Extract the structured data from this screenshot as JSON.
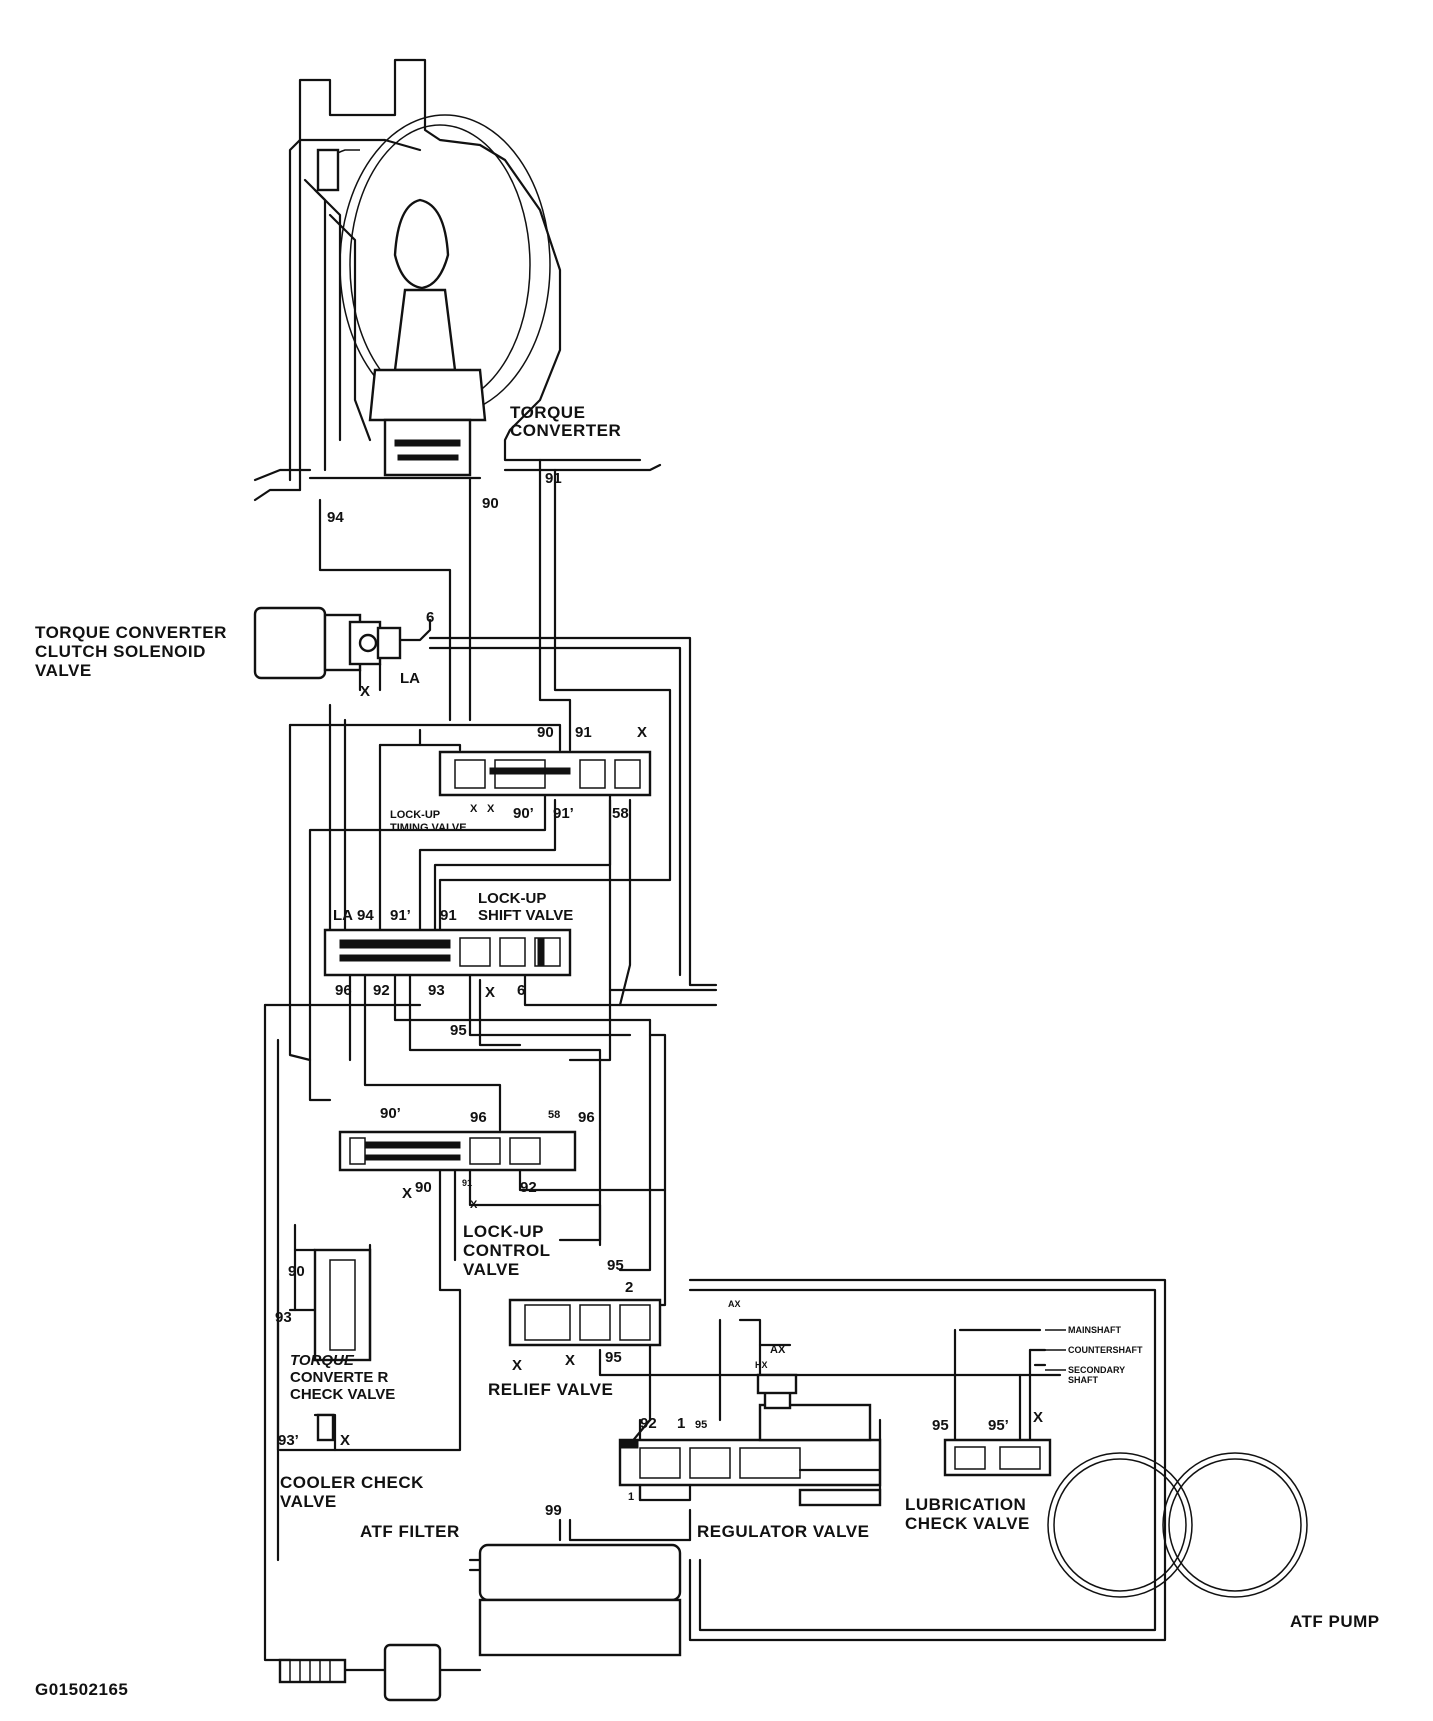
{
  "labels": {
    "torque_converter": [
      "TORQUE",
      "CONVERTER"
    ],
    "tcc_solenoid": [
      "TORQUE CONVERTER",
      "CLUTCH SOLENOID",
      "VALVE"
    ],
    "lockup_timing": [
      "LOCK-UP",
      "TIMING VALVE"
    ],
    "lockup_shift": [
      "LOCK-UP",
      "SHIFT VALVE"
    ],
    "lockup_control": [
      "LOCK-UP",
      "CONTROL",
      "VALVE"
    ],
    "tc_check": [
      "TORQUE",
      "CONVERTE R",
      "CHECK  VALVE"
    ],
    "cooler_check": [
      "COOLER CHECK",
      "VALVE"
    ],
    "atf_filter": "ATF FILTER",
    "relief_valve": "RELIEF VALVE",
    "regulator_valve": "REGULATOR VALVE",
    "lubrication_check": [
      "LUBRICATION",
      "CHECK VALVE"
    ],
    "atf_pump": "ATF PUMP",
    "mainshaft": "MAINSHAFT",
    "countershaft": "COUNTERSHAFT",
    "secondary_shaft": [
      "SECONDARY",
      "SHAFT"
    ],
    "figure_id": "G01502165"
  },
  "ports": {
    "p94": "94",
    "p90": "90",
    "p91": "91",
    "p6": "6",
    "pLA": "LA",
    "pX": "X",
    "p90b": "90",
    "p91b": "91",
    "pXb": "X",
    "pX1": "X",
    "pX2": "X",
    "p90p": "90’",
    "p91p": "91’",
    "p58": "58",
    "sLA": "LA",
    "s94": "94",
    "s91p": "91’",
    "s91": "91",
    "s96": "96",
    "s92": "92",
    "s93": "93",
    "sX": "X",
    "s6": "6",
    "s95": "95",
    "c90p": "90’",
    "c96": "96",
    "c58": "58",
    "c96b": "96",
    "cX": "X",
    "c90": "90",
    "c91": "91",
    "cX2": "X",
    "c92": "92",
    "k90": "90",
    "k93": "93",
    "k93p": "93’",
    "kX": "X",
    "r95": "95",
    "r2": "2",
    "r95b": "95",
    "rX1": "X",
    "rX2": "X",
    "g92": "92",
    "g1": "1",
    "g95": "95",
    "g1b": "1",
    "g99": "99",
    "gAX": "AX",
    "gAX2": "AX",
    "gHX": "HX",
    "l95": "95",
    "l95p": "95’",
    "lX": "X"
  }
}
